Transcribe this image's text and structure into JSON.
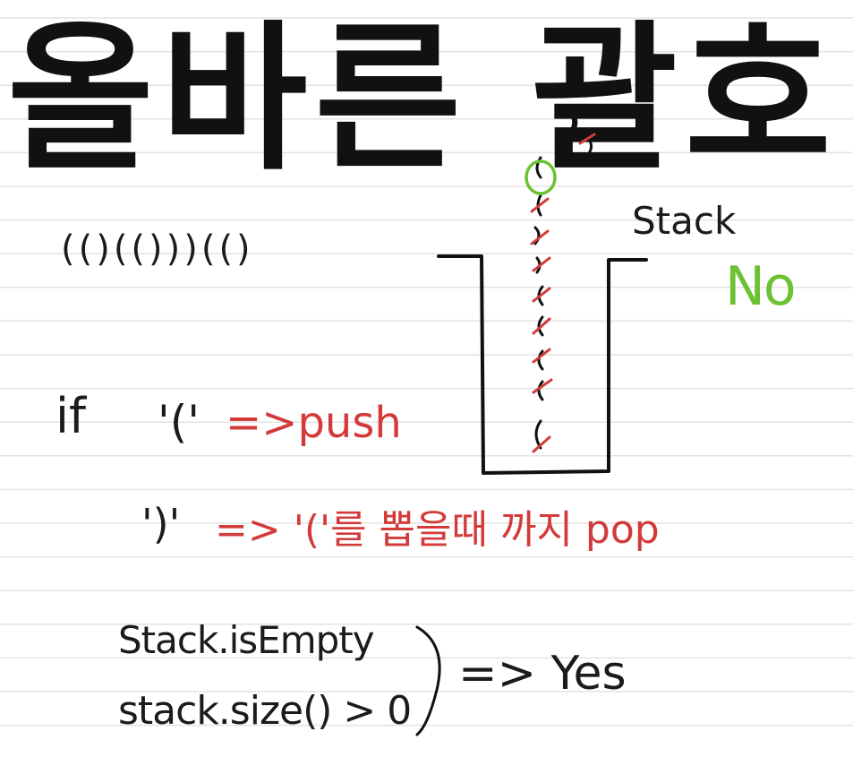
{
  "title": "올바른 괄호",
  "example_sequence": "(()(()))(()",
  "rules": {
    "if_label": "if",
    "open_char": "'('",
    "open_action": "=>push",
    "close_char": "')'",
    "close_action": "=> '('를 뽑을때 까지 pop"
  },
  "condition": {
    "line1": "Stack.isEmpty",
    "line2": "stack.size() > 0",
    "result": "=> Yes"
  },
  "stack_diagram": {
    "label": "Stack",
    "verdict": "No"
  },
  "colors": {
    "ink": "#1b1b1b",
    "red": "#d33a3a",
    "green": "#6cc233",
    "rule_line": "#e3e3e3"
  }
}
